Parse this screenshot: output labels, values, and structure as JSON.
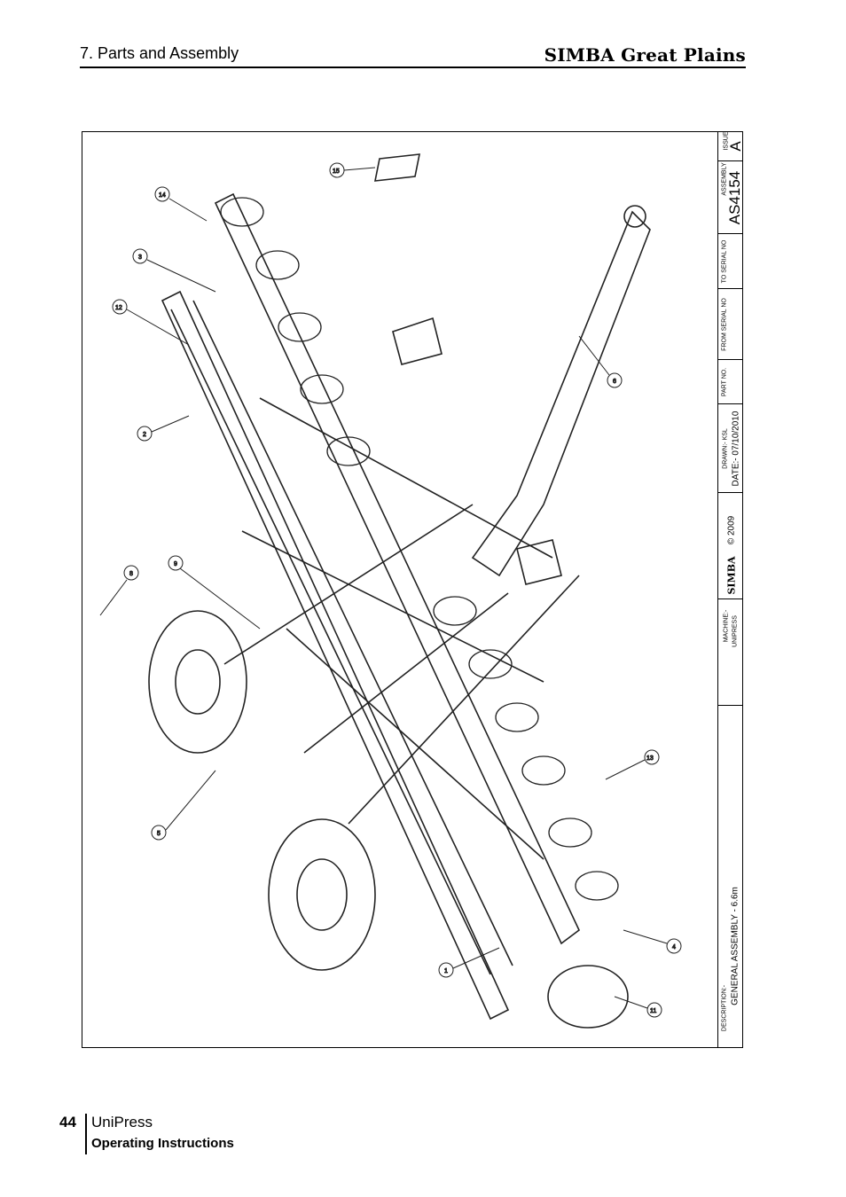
{
  "header": {
    "section": "7. Parts and Assembly",
    "brand": "SIMBA Great Plains"
  },
  "drawing": {
    "callouts": [
      "1",
      "2",
      "3",
      "4",
      "5",
      "6",
      "8",
      "9",
      "11",
      "12",
      "13",
      "14",
      "15"
    ],
    "title_block": {
      "issue_label": "ISSUE",
      "issue_value": "A",
      "assembly_label": "ASSEMBLY",
      "assembly_value": "AS4154",
      "to_serial_label": "TO SERIAL NO",
      "from_serial_label": "FROM SERIAL NO",
      "part_no_label": "PART NO.",
      "drawn": "DRAWN:- KSL",
      "date": "DATE:- 07/10/2010",
      "copyright": "© 2009",
      "logo_text": "SIMBA",
      "machine_label": "MACHINE:-",
      "machine_value": "UNIPRESS",
      "description_label": "DESCRIPTION:-",
      "description_value": "GENERAL ASSEMBLY - 6.6m"
    }
  },
  "footer": {
    "page_number": "44",
    "product": "UniPress",
    "subtitle": "Operating Instructions"
  }
}
